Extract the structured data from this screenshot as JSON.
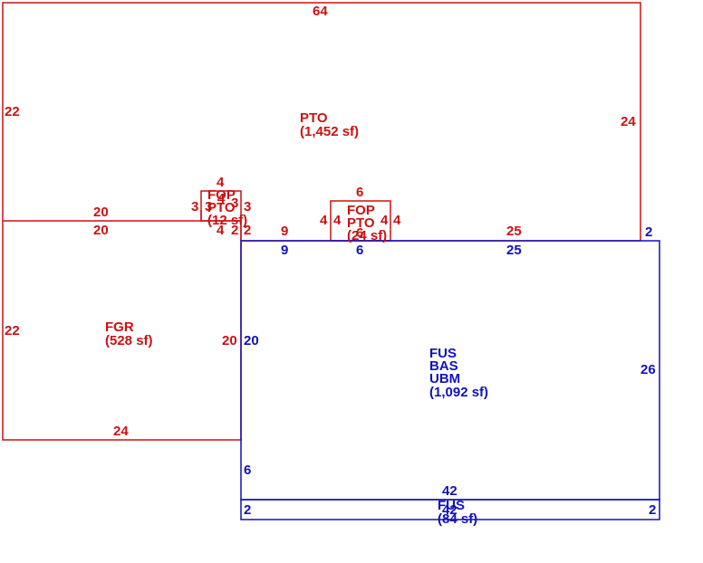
{
  "colors": {
    "upper_level": "#cc1111",
    "main_level": "#1111bb",
    "background": "#ffffff"
  },
  "areas": {
    "pto_large": {
      "lines": [
        "PTO",
        "(1,452 sf)"
      ]
    },
    "fgr": {
      "lines": [
        "FGR",
        "(528 sf)"
      ]
    },
    "fop_small": {
      "lines": [
        "FOP",
        "PTO",
        "(12 sf)"
      ]
    },
    "fop_mid": {
      "lines": [
        "FOP",
        "PTO",
        "(24 sf)"
      ]
    },
    "main": {
      "lines": [
        "FUS",
        "BAS",
        "UBM",
        "(1,092 sf)"
      ]
    },
    "fus_bottom": {
      "lines": [
        "FUS",
        "(84 sf)"
      ]
    }
  },
  "dimensions": {
    "pto_top": "64",
    "pto_left": "22",
    "pto_right": "24",
    "pto_mid_left_top": "20",
    "fgr_top": "20",
    "fgr_left": "22",
    "fgr_right": "20",
    "fgr_bottom": "24",
    "fop_small_top": "4",
    "fop_small_left": "3",
    "fop_small_right": "3",
    "fop_small_bottom": "4",
    "fop_small_left_inner": "3",
    "fop_small_right_inner": "3",
    "fop_small_inner_top": "4",
    "step_right": "2",
    "step_right_2": "2",
    "pto_bottom_seg1": "9",
    "fop_mid_top": "6",
    "fop_mid_left": "4",
    "fop_mid_left_inner": "4",
    "fop_mid_right_inner": "4",
    "fop_mid_right": "4",
    "fop_mid_bottom": "6",
    "pto_bottom_seg2": "25",
    "pto_bottom_right": "2",
    "main_top_seg1": "9",
    "main_top_seg_mid": "6",
    "main_top_seg2": "25",
    "main_left": "20",
    "main_right": "26",
    "main_left_low": "6",
    "main_bottom": "42",
    "fus_left": "2",
    "fus_right": "2",
    "fus_inner": "42"
  }
}
